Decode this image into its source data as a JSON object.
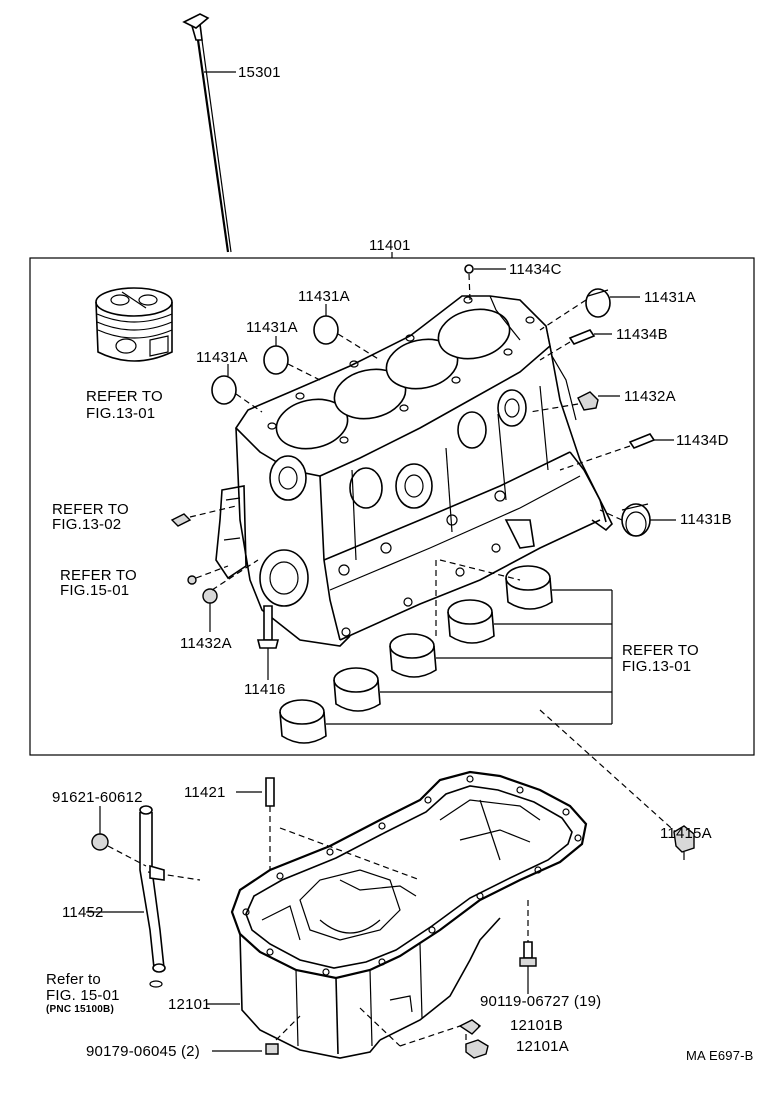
{
  "labels": {
    "dipstick": "15301",
    "block_assy": "11401",
    "plug_11434c": "11434C",
    "plug_11431a_1": "11431A",
    "plug_11431a_2": "11431A",
    "plug_11431a_3": "11431A",
    "plug_11431a_4": "11431A",
    "pin_11434b": "11434B",
    "plug_11432a_top": "11432A",
    "pin_11434d": "11434D",
    "plug_11431b": "11431B",
    "plug_11432a_bottom": "11432A",
    "stud_11416": "11416",
    "drain_11415a": "11415A",
    "refer_piston_1": "REFER TO",
    "refer_piston_2": "FIG.13-01",
    "refer_left1_1": "REFER TO",
    "refer_left1_2": "FIG.13-02",
    "refer_left2_1": "REFER TO",
    "refer_left2_2": "FIG.15-01",
    "refer_liners_1": "REFER TO",
    "refer_liners_2": "FIG.13-01",
    "nut_91621": "91621-60612",
    "stud_11421": "11421",
    "guide_11452": "11452",
    "refer_guide_1": "Refer to",
    "refer_guide_2": "FIG. 15-01",
    "refer_guide_3": "(PNC 15100B)",
    "pan_12101": "12101",
    "bolt_90119": "90119-06727 (19)",
    "plug_12101b": "12101B",
    "gasket_12101a": "12101A",
    "bolt_90179": "90179-06045 (2)",
    "code": "MA E697-B"
  }
}
